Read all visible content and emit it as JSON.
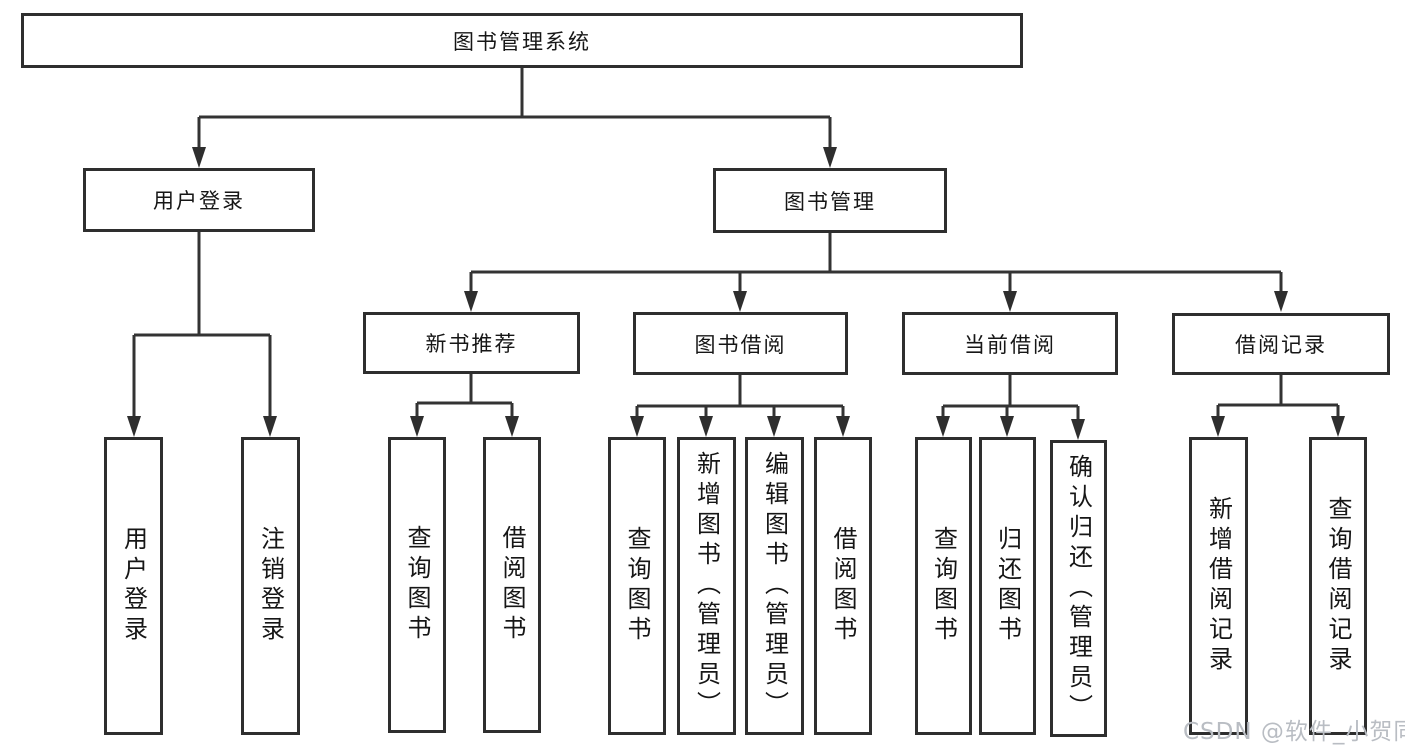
{
  "diagram": {
    "nodes": {
      "root": {
        "label": "图书管理系统"
      },
      "user_login": {
        "label": "用户登录",
        "children": [
          {
            "label": "用户登录"
          },
          {
            "label": "注销登录"
          }
        ]
      },
      "book_mgmt": {
        "label": "图书管理",
        "children": [
          {
            "label": "新书推荐",
            "children": [
              {
                "label": "查询图书"
              },
              {
                "label": "借阅图书"
              }
            ]
          },
          {
            "label": "图书借阅",
            "children": [
              {
                "label": "查询图书"
              },
              {
                "label": "新增图书（管理员）"
              },
              {
                "label": "编辑图书（管理员）"
              },
              {
                "label": "借阅图书"
              }
            ]
          },
          {
            "label": "当前借阅",
            "children": [
              {
                "label": "查询图书"
              },
              {
                "label": "归还图书"
              },
              {
                "label": "确认归还（管理员）"
              }
            ]
          },
          {
            "label": "借阅记录",
            "children": [
              {
                "label": "新增借阅记录"
              },
              {
                "label": "查询借阅记录"
              }
            ]
          }
        ]
      }
    },
    "colors": {
      "border": "#2e2e2e",
      "line": "#333333",
      "text": "#161616",
      "background": "#ffffff",
      "watermark": "#b9bdc3"
    }
  },
  "watermark": {
    "text": "CSDN @软件_小贺同学"
  }
}
